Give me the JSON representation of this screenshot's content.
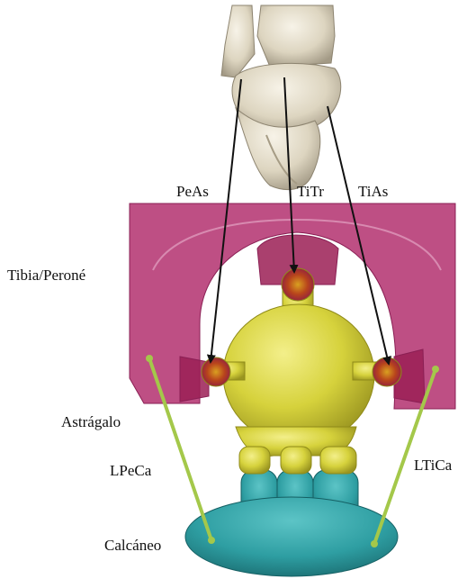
{
  "labels": {
    "peas": "PeAs",
    "titr": "TiTr",
    "tias": "TiAs",
    "tibia_perone": "Tibia/Peroné",
    "astragalo": "Astrágalo",
    "lpeca": "LPeCa",
    "ltica": "LTiCa",
    "calcaneo": "Calcáneo"
  },
  "colors": {
    "bone": "#e8e1cf",
    "tibia_body": "#b3306f",
    "talus_body": "#d8d43a",
    "calcaneus_body": "#2e9ea2",
    "ligament": "#a4c84a",
    "arrow": "#111111"
  }
}
